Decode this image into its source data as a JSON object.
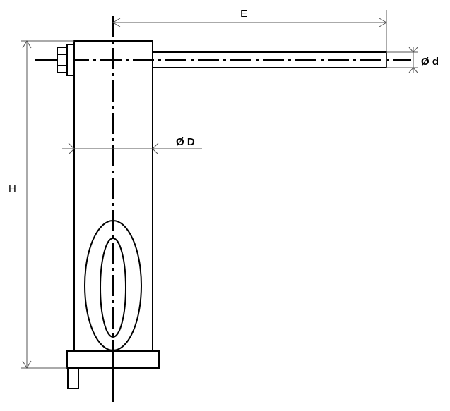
{
  "labels": {
    "length": "E",
    "height": "H",
    "outer_diameter": "Ø D",
    "rod_diameter": "Ø d"
  },
  "colors": {
    "line": "#000000",
    "dimension": "#555555",
    "background": "#ffffff"
  }
}
